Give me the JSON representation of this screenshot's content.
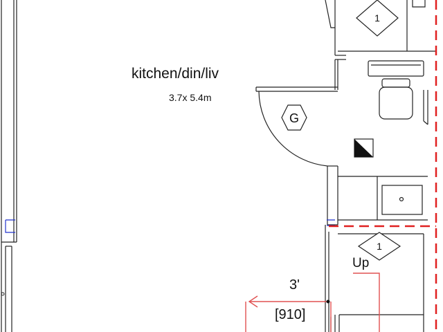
{
  "room": {
    "name": "kitchen/din/liv",
    "dimensions": "3.7x 5.4m"
  },
  "stair": {
    "direction_label": "Up"
  },
  "dimension": {
    "imperial": "3'",
    "metric": "[910]"
  },
  "tags": {
    "door_top": "1",
    "door_stair": "1",
    "gas": "G"
  },
  "colors": {
    "wall": "#222222",
    "boundary": "#e02020",
    "dimension": "#e05050",
    "marker": "#2233cc"
  }
}
